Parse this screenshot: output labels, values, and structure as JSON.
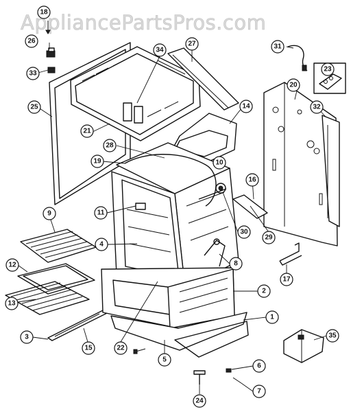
{
  "watermark": "AppliancePartsPros.com",
  "callouts": [
    {
      "label": "18"
    },
    {
      "label": "26"
    },
    {
      "label": "33"
    },
    {
      "label": "25"
    },
    {
      "label": "34"
    },
    {
      "label": "27"
    },
    {
      "label": "31"
    },
    {
      "label": "23"
    },
    {
      "label": "20"
    },
    {
      "label": "32"
    },
    {
      "label": "14"
    },
    {
      "label": "21"
    },
    {
      "label": "28"
    },
    {
      "label": "19"
    },
    {
      "label": "10"
    },
    {
      "label": "16"
    },
    {
      "label": "9"
    },
    {
      "label": "11"
    },
    {
      "label": "30"
    },
    {
      "label": "29"
    },
    {
      "label": "4"
    },
    {
      "label": "8"
    },
    {
      "label": "12"
    },
    {
      "label": "17"
    },
    {
      "label": "2"
    },
    {
      "label": "13"
    },
    {
      "label": "1"
    },
    {
      "label": "3"
    },
    {
      "label": "15"
    },
    {
      "label": "22"
    },
    {
      "label": "35"
    },
    {
      "label": "5"
    },
    {
      "label": "6"
    },
    {
      "label": "7"
    },
    {
      "label": "24"
    }
  ]
}
